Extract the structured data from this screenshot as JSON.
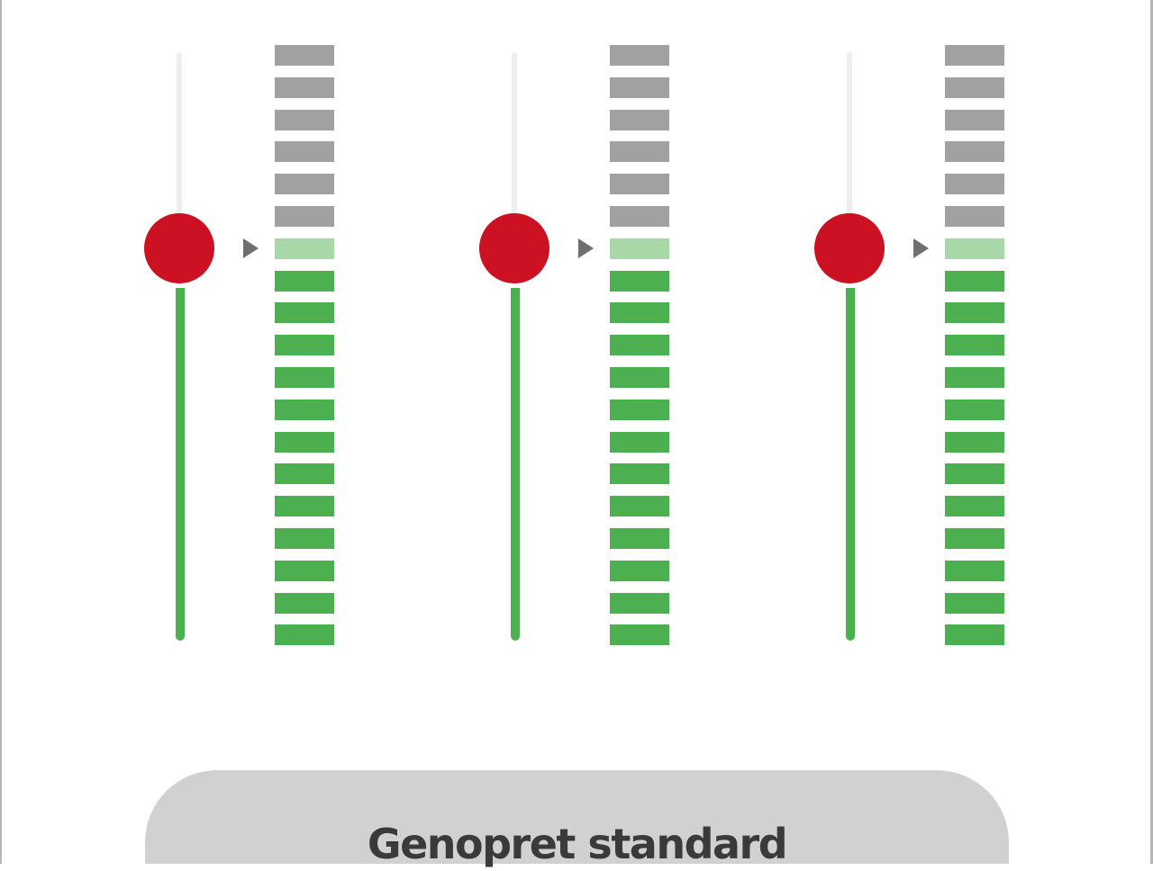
{
  "colors": {
    "knob": "#cc1122",
    "track_active": "#4caf50",
    "track_inactive": "#eeeeee",
    "bar_off": "#a2a19f",
    "bar_current": "#a8d8a8",
    "bar_on": "#4caf50",
    "arrow": "#6f6f6f"
  },
  "sliders": [
    {
      "id": "slider-1",
      "level": 13,
      "max": 19
    },
    {
      "id": "slider-2",
      "level": 13,
      "max": 19
    },
    {
      "id": "slider-3",
      "level": 13,
      "max": 19
    }
  ],
  "reset_button": {
    "label": "Genopret standard"
  }
}
